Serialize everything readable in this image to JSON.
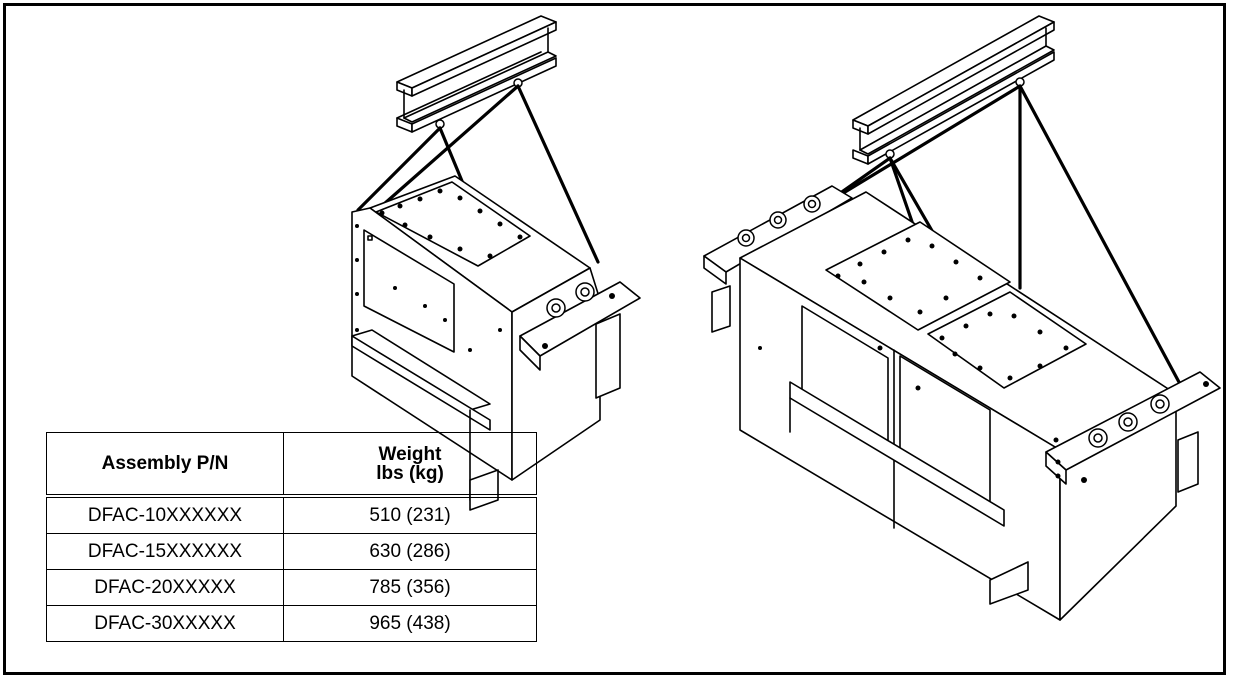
{
  "table": {
    "headers": {
      "assembly": "Assembly P/N",
      "weight_line1": "Weight",
      "weight_line2": "lbs (kg)"
    },
    "rows": [
      {
        "pn": "DFAC-10XXXXXX",
        "weight": "510 (231)"
      },
      {
        "pn": "DFAC-15XXXXXX",
        "weight": "630 (286)"
      },
      {
        "pn": "DFAC-20XXXXX",
        "weight": "785 (356)"
      },
      {
        "pn": "DFAC-30XXXXX",
        "weight": "965 (438)"
      }
    ]
  },
  "figure": {
    "illustrations": [
      "single-unit-lifting",
      "double-unit-lifting"
    ],
    "line_color": "#000000",
    "fill_color": "#ffffff"
  }
}
